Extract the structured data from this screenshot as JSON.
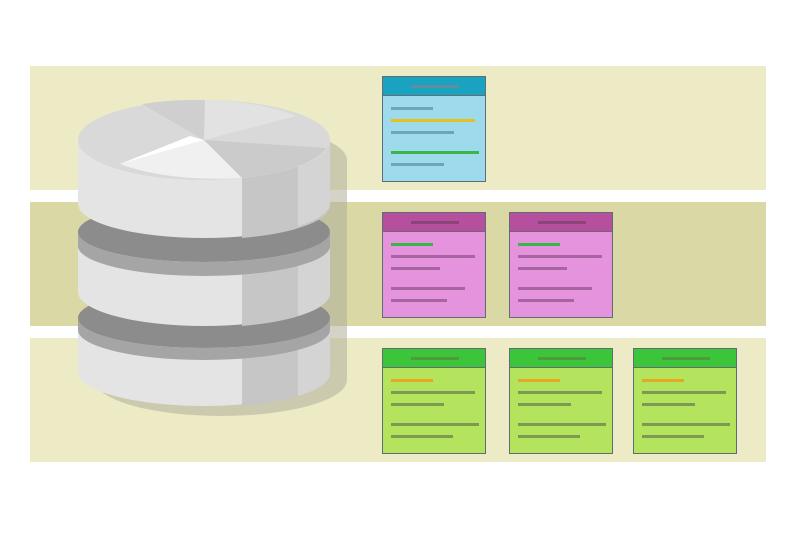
{
  "diagram": {
    "colors": {
      "band_light": "#edebc5",
      "band_dark": "#dad8a5",
      "page_background": "#ffffff",
      "database_gray": "#d9d9d9"
    },
    "database": {
      "icon": "database-icon",
      "disks": 3
    },
    "rows": [
      {
        "band": "light",
        "cards": [
          {
            "header_color": "#1aa3c1",
            "body_color": "#9ddaec",
            "header_line_color": "#5d8fa0",
            "lines": [
              {
                "color": "#6aa6b8",
                "length": 0.48
              },
              {
                "color": "#e6c021",
                "length": 0.96
              },
              {
                "color": "#6aa6b8",
                "length": 0.72
              },
              {
                "color": "#39b54a",
                "length": 1.0
              },
              {
                "color": "#6aa6b8",
                "length": 0.6
              }
            ]
          }
        ]
      },
      {
        "band": "dark",
        "cards": [
          {
            "header_color": "#b6509e",
            "body_color": "#e593dd",
            "header_line_color": "#8a4578",
            "lines": [
              {
                "color": "#39b54a",
                "length": 0.48
              },
              {
                "color": "#a764a0",
                "length": 0.96
              },
              {
                "color": "#a764a0",
                "length": 0.56
              },
              {
                "color": "#a764a0",
                "length": 0.84
              },
              {
                "color": "#a764a0",
                "length": 0.64
              }
            ]
          },
          {
            "header_color": "#b6509e",
            "body_color": "#e593dd",
            "header_line_color": "#8a4578",
            "lines": [
              {
                "color": "#39b54a",
                "length": 0.48
              },
              {
                "color": "#a764a0",
                "length": 0.96
              },
              {
                "color": "#a764a0",
                "length": 0.56
              },
              {
                "color": "#a764a0",
                "length": 0.84
              },
              {
                "color": "#a764a0",
                "length": 0.64
              }
            ]
          }
        ]
      },
      {
        "band": "light",
        "cards": [
          {
            "header_color": "#3cc43a",
            "body_color": "#b4e45e",
            "header_line_color": "#4f9a3b",
            "lines": [
              {
                "color": "#e6a821",
                "length": 0.48
              },
              {
                "color": "#7c9a52",
                "length": 0.96
              },
              {
                "color": "#7c9a52",
                "length": 0.6
              },
              {
                "color": "#7c9a52",
                "length": 1.0
              },
              {
                "color": "#7c9a52",
                "length": 0.7
              }
            ]
          },
          {
            "header_color": "#3cc43a",
            "body_color": "#b4e45e",
            "header_line_color": "#4f9a3b",
            "lines": [
              {
                "color": "#e6a821",
                "length": 0.48
              },
              {
                "color": "#7c9a52",
                "length": 0.96
              },
              {
                "color": "#7c9a52",
                "length": 0.6
              },
              {
                "color": "#7c9a52",
                "length": 1.0
              },
              {
                "color": "#7c9a52",
                "length": 0.7
              }
            ]
          },
          {
            "header_color": "#3cc43a",
            "body_color": "#b4e45e",
            "header_line_color": "#4f9a3b",
            "lines": [
              {
                "color": "#e6a821",
                "length": 0.48
              },
              {
                "color": "#7c9a52",
                "length": 0.96
              },
              {
                "color": "#7c9a52",
                "length": 0.6
              },
              {
                "color": "#7c9a52",
                "length": 1.0
              },
              {
                "color": "#7c9a52",
                "length": 0.7
              }
            ]
          }
        ]
      }
    ]
  }
}
